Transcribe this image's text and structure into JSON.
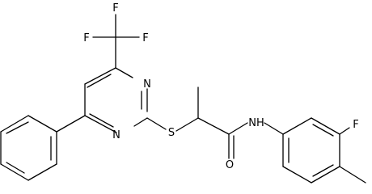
{
  "atoms": {
    "F_top": "F",
    "F_left": "F",
    "F_right": "F",
    "N_upper": "N",
    "N_lower": "N",
    "S": "S",
    "NH": "NH",
    "O": "O",
    "F_aryl": "F"
  }
}
